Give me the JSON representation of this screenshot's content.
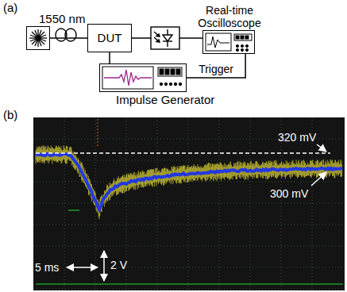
{
  "diagram": {
    "nodes": [
      {
        "text": [
          "1550 nm"
        ]
      },
      {
        "text": [
          "DUT"
        ]
      },
      {
        "text": [
          "Real-time Oscilloscope"
        ]
      },
      {
        "text": [
          "Impulse Generator"
        ]
      }
    ],
    "edges": [
      {
        "from": 0,
        "to": 1,
        "arrow": "none"
      },
      {
        "from": 1,
        "to": 2,
        "arrow": "none"
      },
      {
        "from": 1,
        "to": 3,
        "arrow": "none"
      },
      {
        "from": 3,
        "to": 2,
        "label": "Trigger",
        "arrow": "none"
      }
    ],
    "labels": [
      "(a)",
      "(b)",
      "320 mV",
      "300 mV",
      "5 ms",
      "2 V"
    ]
  }
}
